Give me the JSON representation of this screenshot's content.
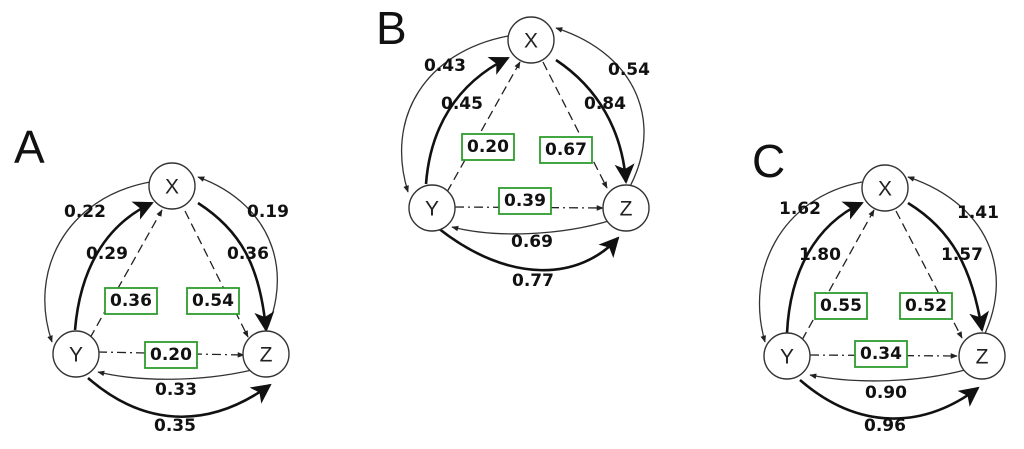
{
  "panels": [
    {
      "letter": "A",
      "nodes": {
        "x": "X",
        "y": "Y",
        "z": "Z"
      },
      "outer": {
        "left": "0.22",
        "right": "0.19",
        "bottom": "0.35"
      },
      "inner": {
        "yx": "0.29",
        "xz": "0.36",
        "zy": "0.33"
      },
      "boxes": {
        "yx": "0.36",
        "xz": "0.54",
        "yz": "0.20"
      }
    },
    {
      "letter": "B",
      "nodes": {
        "x": "X",
        "y": "Y",
        "z": "Z"
      },
      "outer": {
        "left": "0.43",
        "right": "0.54",
        "bottom": "0.77"
      },
      "inner": {
        "yx": "0.45",
        "xz": "0.84",
        "zy": "0.69"
      },
      "boxes": {
        "yx": "0.20",
        "xz": "0.67",
        "yz": "0.39"
      }
    },
    {
      "letter": "C",
      "nodes": {
        "x": "X",
        "y": "Y",
        "z": "Z"
      },
      "outer": {
        "left": "1.62",
        "right": "1.41",
        "bottom": "0.96"
      },
      "inner": {
        "yx": "1.80",
        "xz": "1.57",
        "zy": "0.90"
      },
      "boxes": {
        "yx": "0.55",
        "xz": "0.52",
        "yz": "0.34"
      }
    }
  ]
}
